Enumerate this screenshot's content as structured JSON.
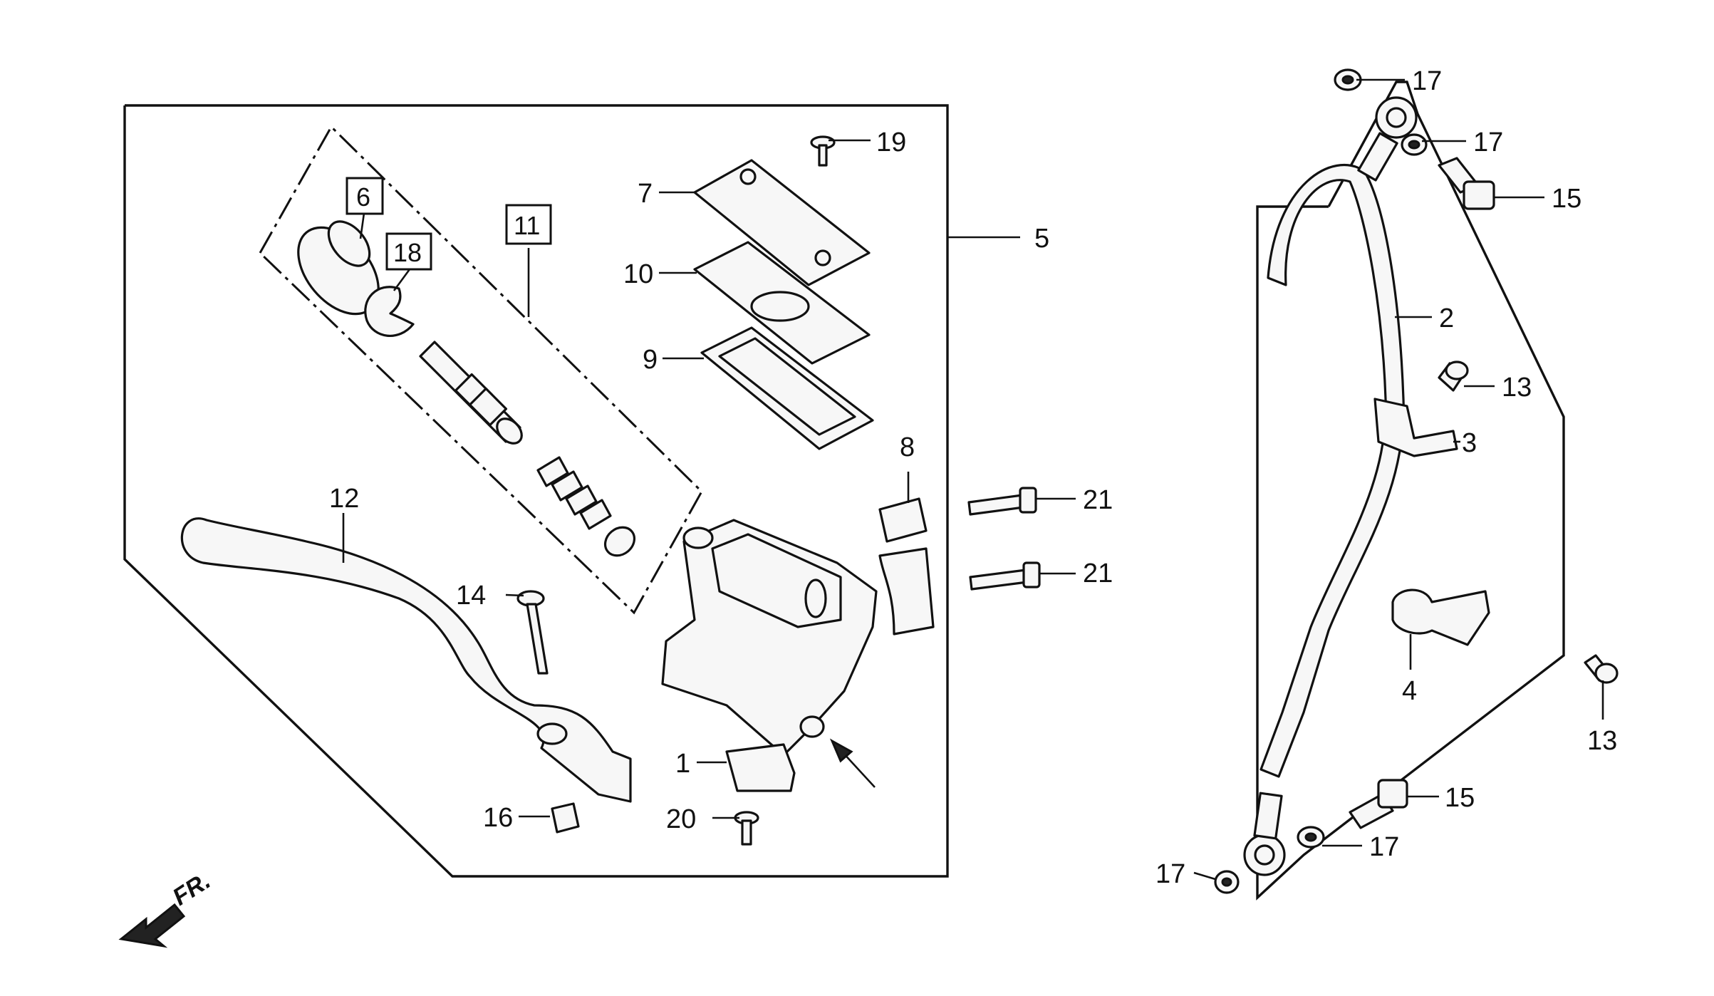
{
  "callouts": {
    "c1": "1",
    "c2": "2",
    "c3": "3",
    "c4": "4",
    "c5": "5",
    "c6": "6",
    "c7": "7",
    "c8": "8",
    "c9": "9",
    "c10": "10",
    "c11": "11",
    "c12": "12",
    "c13a": "13",
    "c13b": "13",
    "c14": "14",
    "c15a": "15",
    "c15b": "15",
    "c16": "16",
    "c17a": "17",
    "c17b": "17",
    "c17c": "17",
    "c17d": "17",
    "c18": "18",
    "c19": "19",
    "c20": "20",
    "c21a": "21",
    "c21b": "21"
  },
  "direction": {
    "label": "FR.",
    "icon": "arrow-left-down-icon"
  },
  "colors": {
    "ink": "#111111",
    "paper": "#ffffff"
  }
}
